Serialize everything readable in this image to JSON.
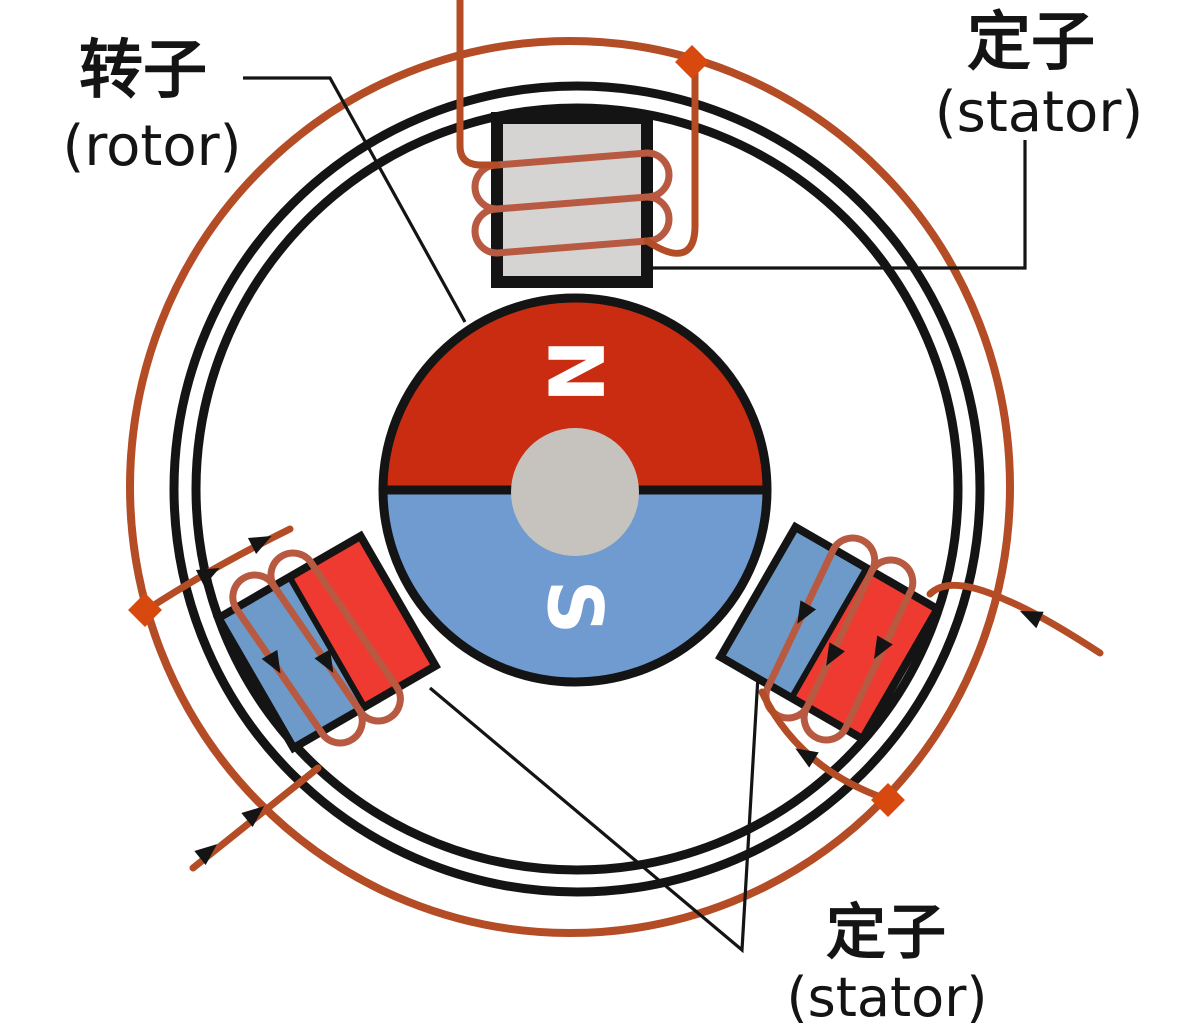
{
  "labels": {
    "rotor": {
      "zh": "转子",
      "en": "(rotor)"
    },
    "stator_top": {
      "zh": "定子",
      "en": "(stator)"
    },
    "stator_bottom": {
      "zh": "定子",
      "en": "(stator)"
    }
  },
  "rotor": {
    "north_pole": "N",
    "south_pole": "S"
  },
  "colors": {
    "wire_red": "#b44d26",
    "coil_red": "#b85a42",
    "junction_red": "#d7490f",
    "rotor_red": "#c92c10",
    "rotor_blue": "#6f9bd1",
    "pole_red": "#ee3a30",
    "pole_blue": "#6e9ac9",
    "core_gray": "#d5d4d2",
    "shaft_gray": "#c6c3bf",
    "ink": "#141414"
  }
}
